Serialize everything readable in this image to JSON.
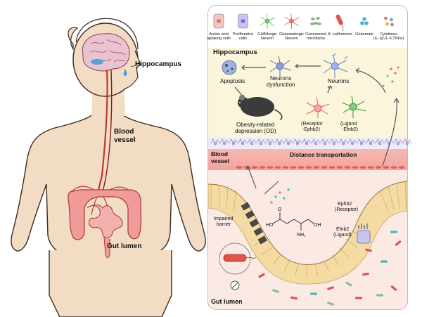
{
  "body_labels": {
    "hippocampus": "Hippocampus",
    "blood_vessel_line1": "Blood",
    "blood_vessel_line2": "vessel",
    "gut_lumen": "Gut lumen"
  },
  "legend": {
    "items": [
      {
        "label_line1": "Amino acid",
        "label_line2": "uptaking cells",
        "icon": "amino-acid-cell-icon",
        "color": "#f4c7c3"
      },
      {
        "label_line1": "Proliferative",
        "label_line2": "cells",
        "icon": "proliferative-cell-icon",
        "color": "#c9c5f2"
      },
      {
        "label_line1": "GABAergic",
        "label_line2": "Neuron",
        "icon": "gabaergic-neuron-icon",
        "color": "#6cc46c"
      },
      {
        "label_line1": "Glutamatergic",
        "label_line2": "Neuron",
        "icon": "glutamatergic-neuron-icon",
        "color": "#e8746e"
      },
      {
        "label_line1": "Commensal",
        "label_line2": "microbiota",
        "icon": "microbiota-icon",
        "color": "#8fb98a"
      },
      {
        "label_line1": "A. colihominis",
        "label_line2": "",
        "icon": "a-colihominis-icon",
        "color": "#e0524a"
      },
      {
        "label_line1": "Glutamate",
        "label_line2": "",
        "icon": "glutamate-icon",
        "color": "#4bb3c8"
      },
      {
        "label_line1": "Cytokines",
        "label_line2": "(IL-1β,IL-6,TNFα)",
        "icon": "cytokines-icon",
        "color": "#e07a6a"
      }
    ]
  },
  "panel": {
    "hippocampus_title": "Hippocampus",
    "apoptosis": "Apoptosis",
    "neurons_dysfunction_line1": "Neurons",
    "neurons_dysfunction_line2": "dysfunction",
    "neurons": "Neurons",
    "od_line1": "Obesity-related",
    "od_line2": "depression (OD)",
    "receptor_line1": "(Receptor",
    "receptor_line2": "-Ephb2)",
    "ligand_line1": "(Ligand",
    "ligand_line2": "-Efnb2)",
    "blood_vessel_line1": "Blood",
    "blood_vessel_line2": "vessel",
    "distance_transportation": "Distance transportation",
    "impaired_barrier_line1": "Impaired",
    "impaired_barrier_line2": "barrier",
    "ephb2_line1": "Ephb2",
    "ephb2_line2": "(Receptor)",
    "efnb2_line1": "Efnb2",
    "efnb2_line2": "(Ligand)",
    "gut_lumen": "Gut lumen",
    "glutamate_o": "O",
    "glutamate_ho": "HO",
    "glutamate_oh": "OH",
    "glutamate_nh2": "NH₂"
  },
  "colors": {
    "skin": "#f3dcc4",
    "skin_outline": "#3a2a22",
    "brain": "#e9c4d0",
    "intestine": "#f09a9a",
    "vessel": "#c0392b",
    "panel_top": "#fbf5dc",
    "panel_bottom": "#fbe9e4",
    "epithelium": "#f3dba2",
    "accent_pink": "#f7c6c6"
  }
}
